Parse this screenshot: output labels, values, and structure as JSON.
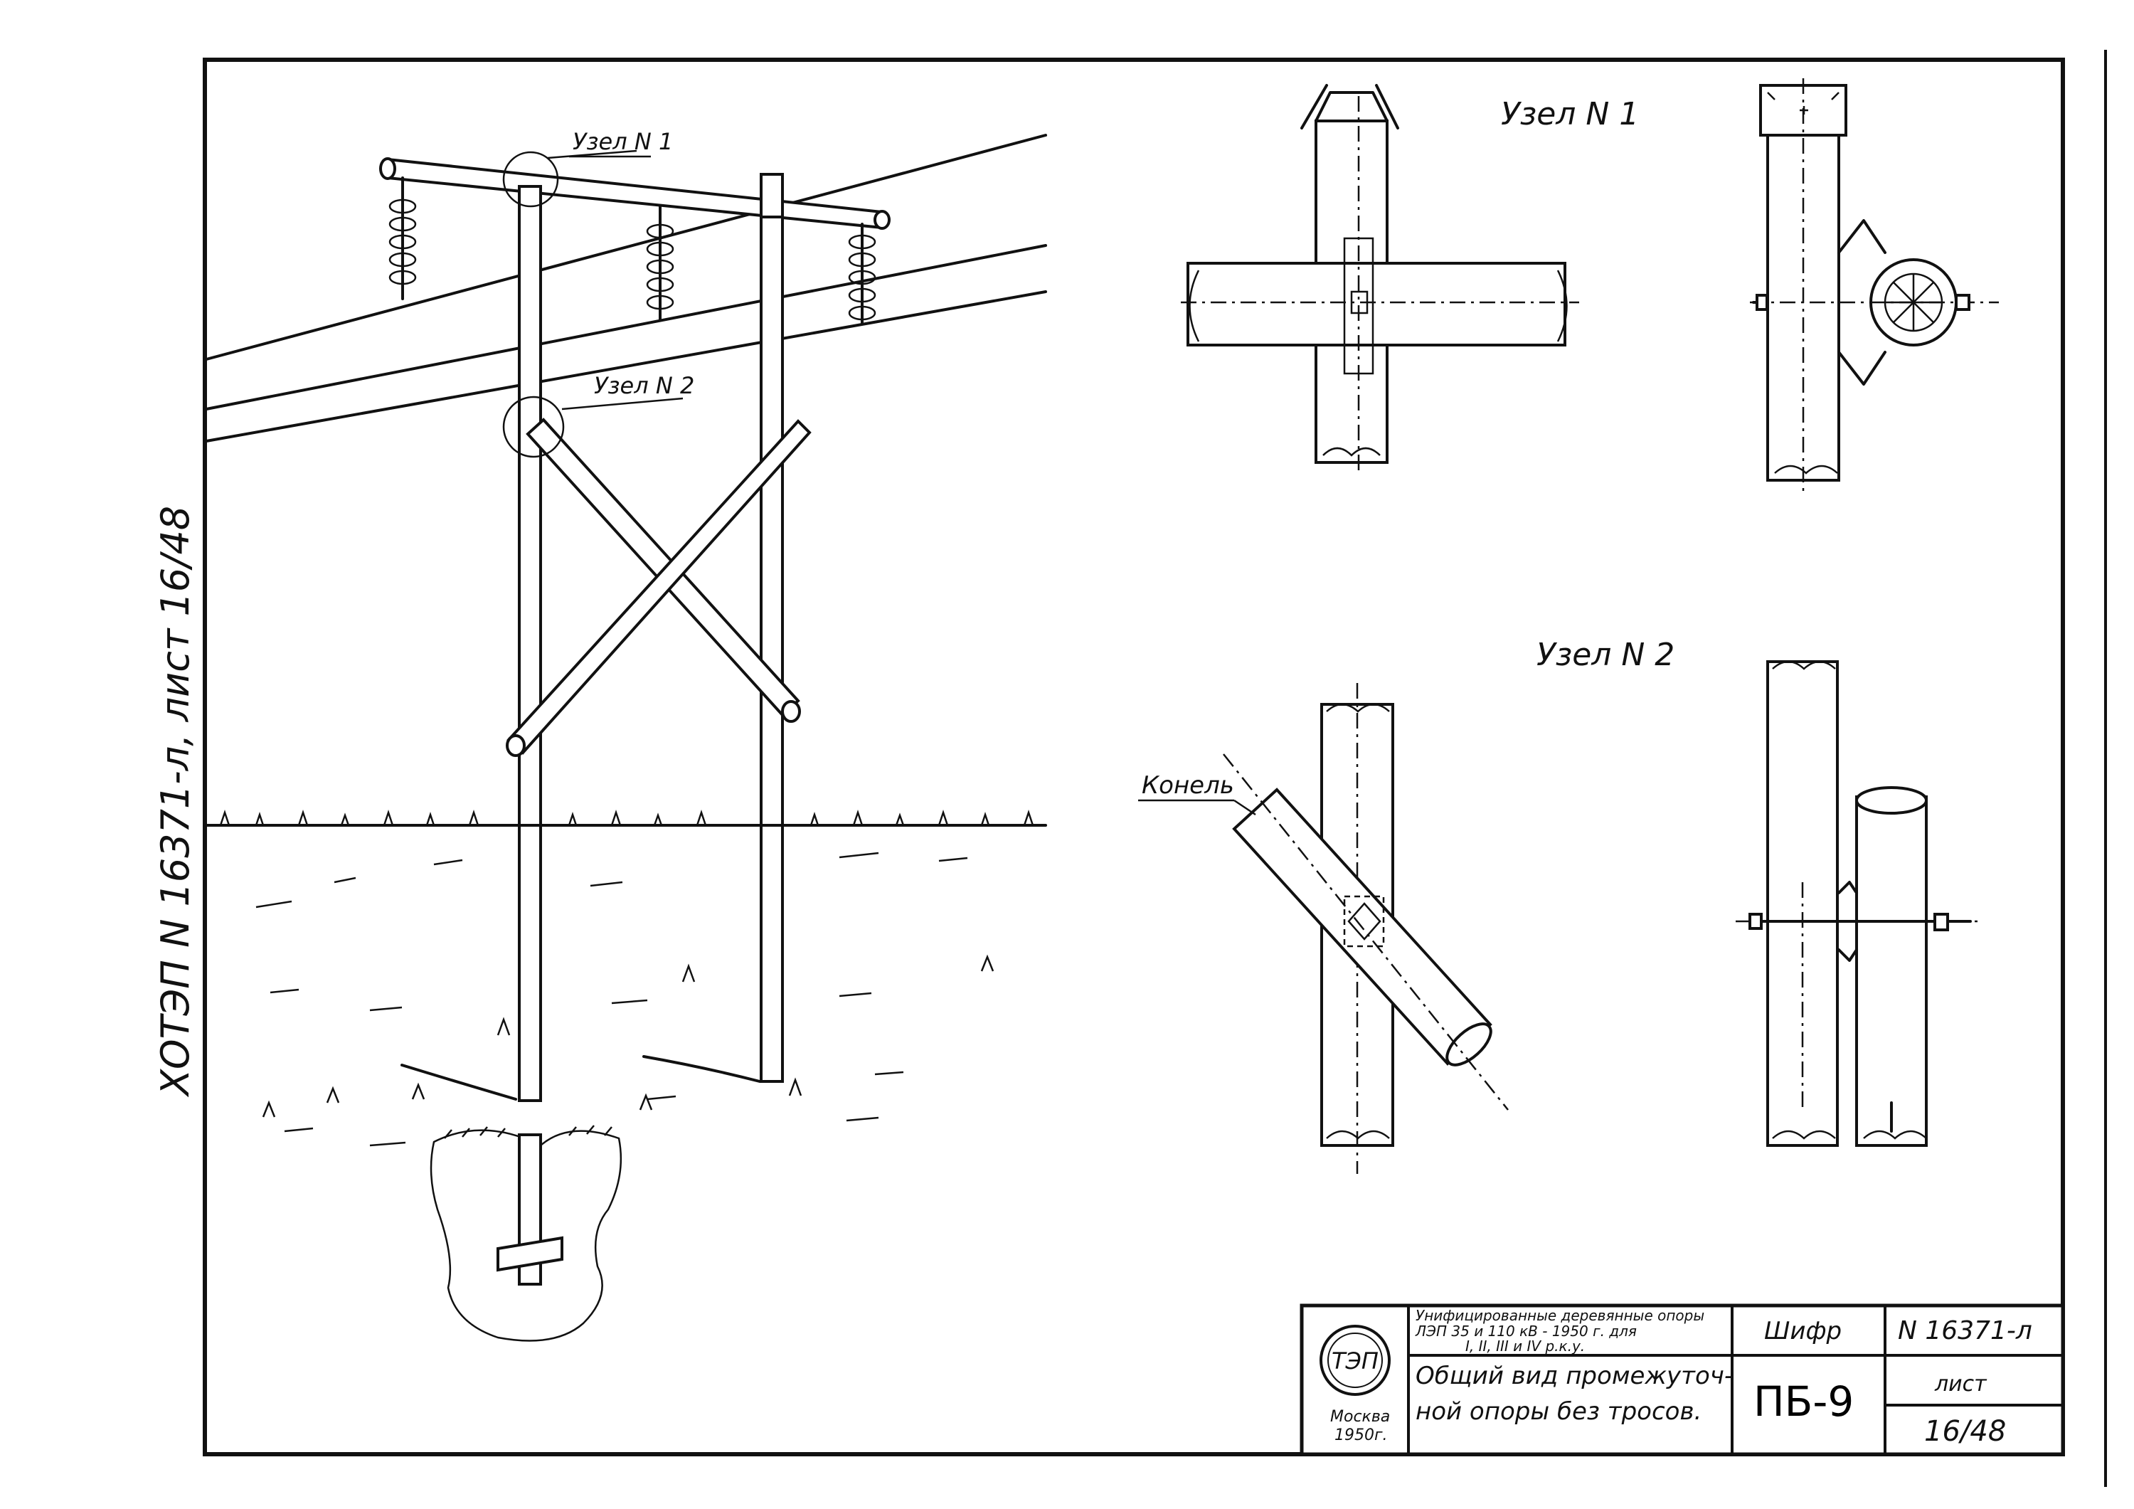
{
  "side_label": "ХОТЭП N 16371-л, лист 16/48",
  "labels": {
    "node1_callout": "Узел N 1",
    "node2_callout": "Узел N 2",
    "node1_title": "Узел N 1",
    "node2_title": "Узел N 2",
    "konel": "Кoнель"
  },
  "title_block": {
    "description_lines": [
      "Унифицированные деревянные опоры",
      "ЛЭП 35 и 110 кВ - 1950 г. для",
      "I, II, III и IV р.к.у."
    ],
    "drawing_title_lines": [
      "Общий вид промежуточ-",
      "ной опоры без тросов."
    ],
    "cipher_label": "Шифр",
    "cipher_value": "ПБ-9",
    "number": "N 16371-л",
    "sheet_label": "лист",
    "sheet_value": "16/48",
    "logo": {
      "letters": "ТЭП",
      "city": "Москва",
      "year": "1950г."
    }
  }
}
